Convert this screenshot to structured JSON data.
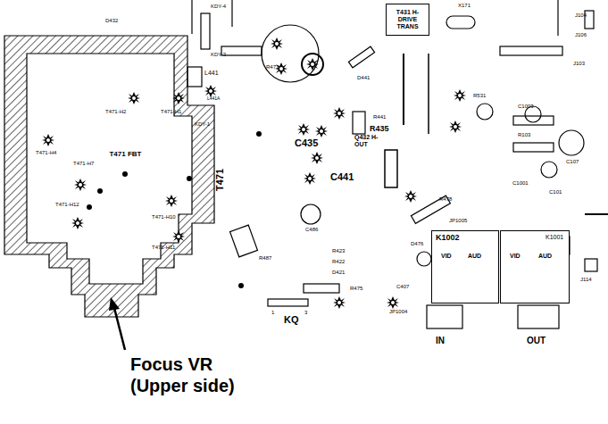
{
  "diagram": {
    "caption": "Focus VR (Upper side)",
    "nodes": [
      {
        "text": [
          "T431 H-DRIVE TRANS"
        ]
      },
      {
        "text": [
          "T471 FBT"
        ]
      },
      {
        "text": [
          "K1002",
          "VID",
          "AUD"
        ]
      },
      {
        "text": [
          "K1001",
          "VID",
          "AUD"
        ]
      }
    ],
    "labels": [
      "D432",
      "R477",
      "KDY-4",
      "KDY-3",
      "L441",
      "L441A",
      "KDY-1",
      "D441",
      "R441",
      "R435",
      "C435",
      "C441",
      "T471",
      "T471-H2",
      "T471-H1",
      "T471-H4",
      "T471-H7",
      "T471-H10",
      "T471-H12",
      "T471-H11",
      "Q432 H-OUT",
      "C486",
      "R423",
      "R422",
      "D421",
      "R475",
      "R487",
      "KQ",
      "1",
      "3",
      "R531",
      "C1003",
      "R103",
      "C1001",
      "C101",
      "C107",
      "JP1005",
      "R478",
      "D476",
      "C407",
      "JP1004",
      "IN",
      "OUT",
      "X171",
      "J104",
      "J106",
      "J103",
      "J114"
    ]
  }
}
